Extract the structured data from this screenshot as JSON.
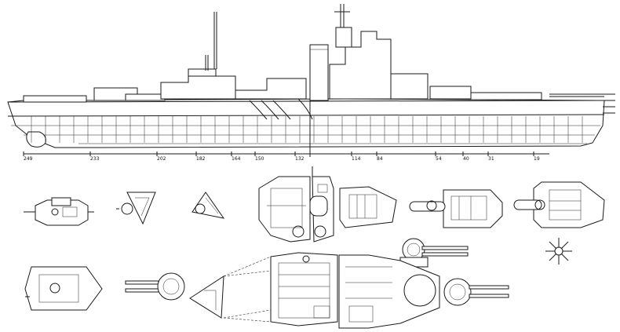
{
  "drawing": {
    "frame_labels": [
      "249",
      "233",
      "202",
      "182",
      "164",
      "150",
      "132",
      "114",
      "84",
      "54",
      "40",
      "31",
      "19"
    ]
  }
}
